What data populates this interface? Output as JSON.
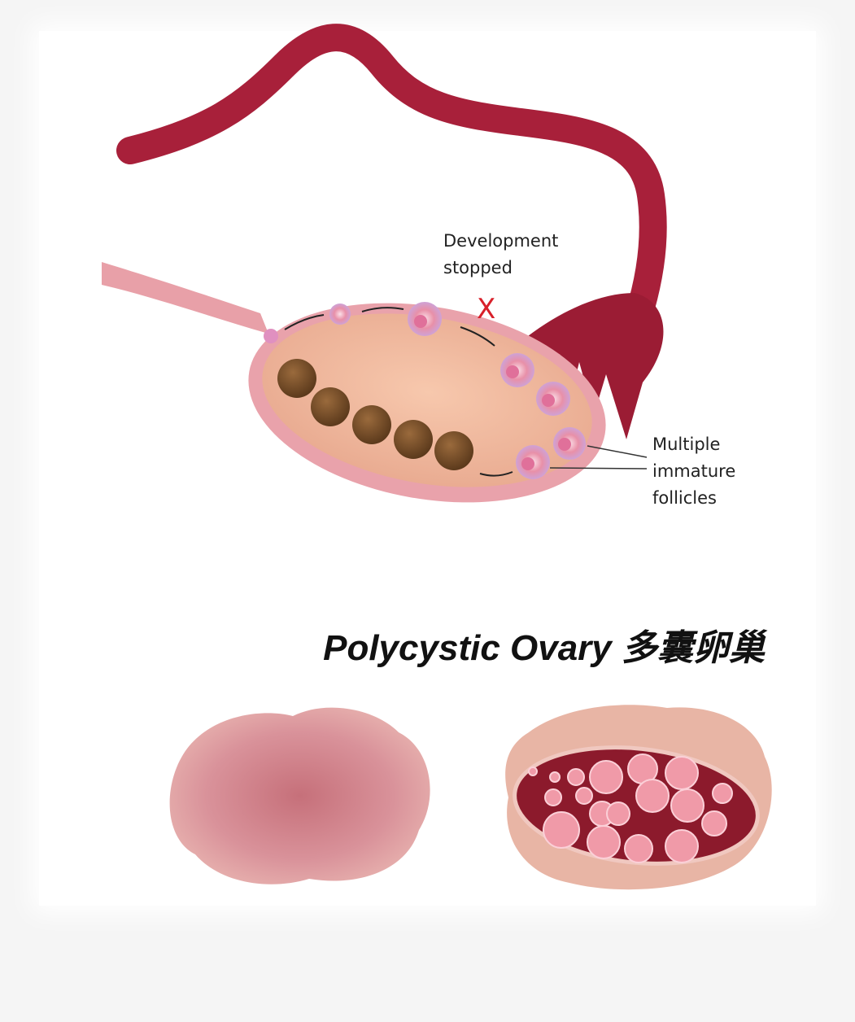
{
  "labels": {
    "development_line1": "Development",
    "development_line2": "stopped",
    "stopped_mark": "X",
    "follicles_line1": "Multiple",
    "follicles_line2": "immature",
    "follicles_line3": "follicles"
  },
  "title": "Polycystic Ovary 多囊卵巢",
  "colors": {
    "tube": "#a8203a",
    "ovary": "#f0b9a0",
    "follicle_brown": "#7a5230",
    "cavity": "#8c1a2c",
    "mark": "#d8202a"
  }
}
